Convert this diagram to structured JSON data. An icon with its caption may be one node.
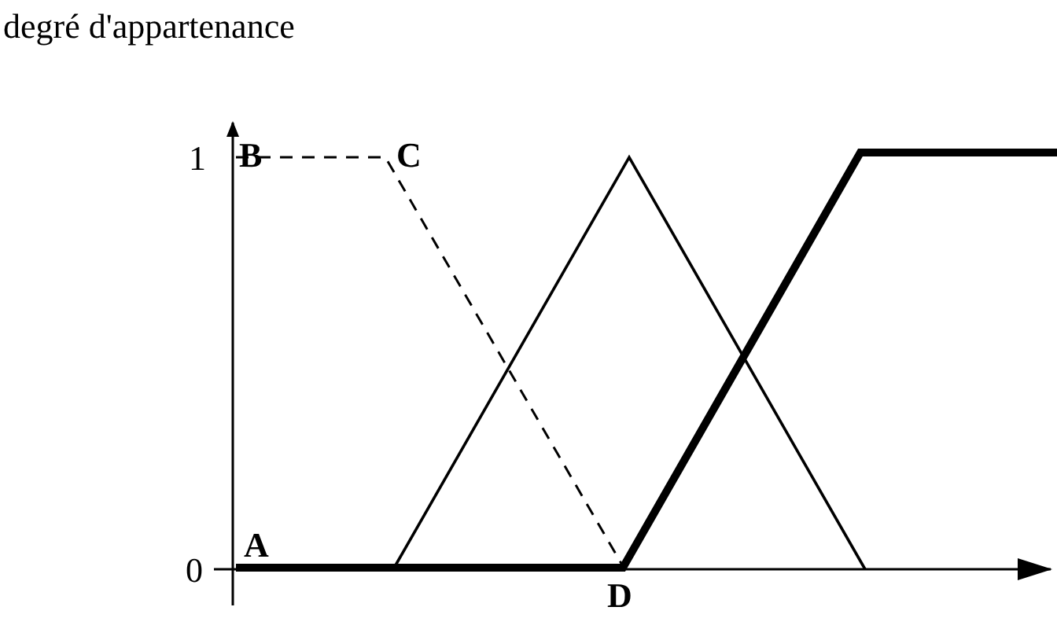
{
  "diagram": {
    "labels": [
      "degré d'appartenance",
      "B",
      "C",
      "1",
      "A",
      "0",
      "D"
    ]
  }
}
